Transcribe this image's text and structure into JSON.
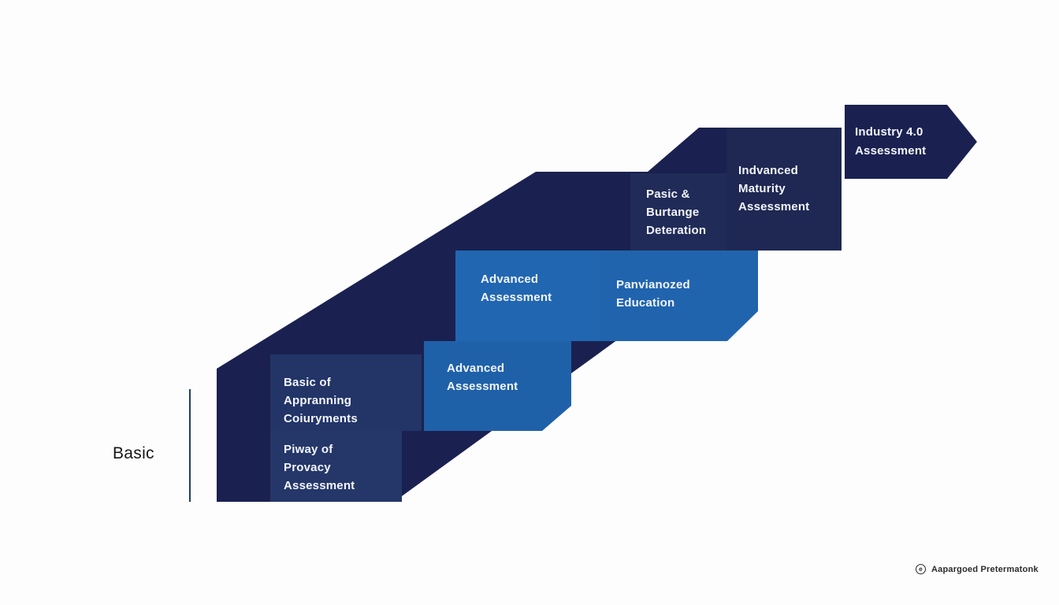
{
  "diagram": {
    "type": "staircase-maturity-model",
    "background_color": "#fdfdfd",
    "band_color": "#1a2150",
    "text_color": "#f2f5fb",
    "axis_left_label": "Basic",
    "steps": [
      {
        "name": "basic-of-appranning-coiuryments",
        "label": "Basic of\nAppranning\nCoiuryments",
        "color": "#233467",
        "tier": "navy"
      },
      {
        "name": "piway-of-provacy-assessment",
        "label": "Piway of\nProvacy\nAssessment",
        "color": "#253769",
        "tier": "navy"
      },
      {
        "name": "advanced-assessment-lower",
        "label": "Advanced\nAssessment",
        "color": "#1f61a9",
        "tier": "blue"
      },
      {
        "name": "advanced-assessment-upper",
        "label": "Advanced\nAssessment",
        "color": "#2166b1",
        "tier": "blue"
      },
      {
        "name": "panvianozed-education",
        "label": "Panvianozed\nEducation",
        "color": "#2064ae",
        "tier": "blue"
      },
      {
        "name": "pasic-burtange-deteration",
        "label": "Pasic &\nBurtange\nDeteration",
        "color": "#212b57",
        "tier": "navy"
      },
      {
        "name": "indvanced-maturity-assessment",
        "label": "Indvanced\nMaturity\nAssessment",
        "color": "#1e2852",
        "tier": "navy"
      }
    ],
    "arrow": {
      "label": "Industry 4.0\nAssessment",
      "color": "#1a2150"
    }
  },
  "footer": {
    "icon": "circled-e-icon",
    "icon_letter": "e",
    "text": "Aapargoed Pretermatonk"
  }
}
